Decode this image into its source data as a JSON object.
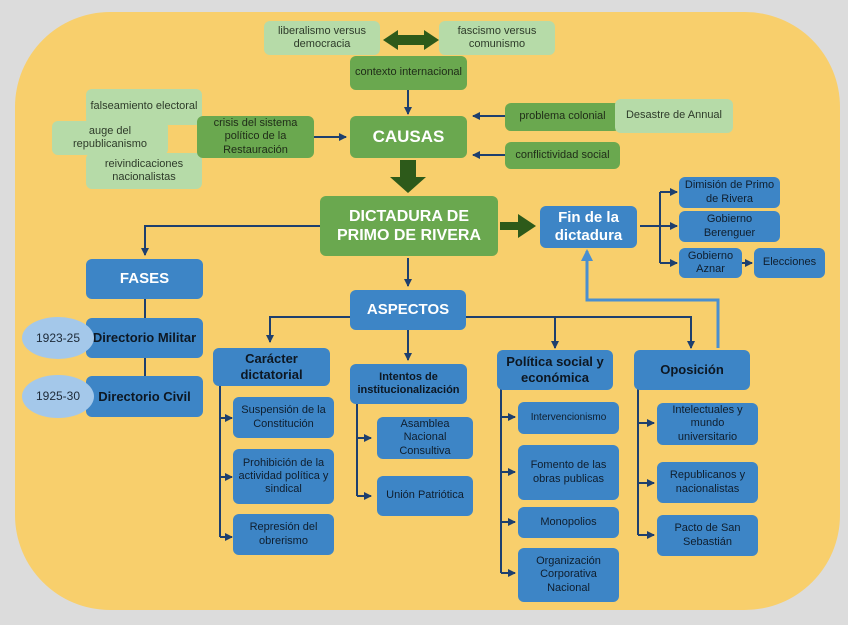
{
  "title": "DICTADURA DE PRIMO DE RIVERA",
  "colors": {
    "background": "#f8cf6c",
    "outer": "#dcdcdc",
    "light_green": "#b6dba8",
    "green": "#6aa84f",
    "dark_green_arrow": "#2d5a1a",
    "blue": "#3d85c6",
    "light_blue": "#a4c8ea",
    "line": "#1e3f6e"
  },
  "contexto": {
    "left": "liberalismo versus democracia",
    "right": "fascismo versus comunismo",
    "center": "contexto internacional"
  },
  "crisis": {
    "items": [
      "falseamiento electoral",
      "auge del republicanismo",
      "reivindicaciones nacionalistas"
    ],
    "main": "crisis del sistema político de la Restauración"
  },
  "causas": {
    "label": "CAUSAS",
    "problema_colonial": "problema colonial",
    "desastre": "Desastre de Annual",
    "conflictividad": "conflictividad social"
  },
  "central": "DICTADURA DE PRIMO DE RIVERA",
  "fin": {
    "label": "Fin de la dictadura",
    "items": [
      "Dimisión de Primo de Rivera",
      "Gobierno Berenguer",
      "Gobierno Aznar"
    ],
    "elecciones": "Elecciones"
  },
  "fases": {
    "label": "FASES",
    "items": [
      {
        "label": "Directorio Militar",
        "years": "1923-25"
      },
      {
        "label": "Directorio Civil",
        "years": "1925-30"
      }
    ]
  },
  "aspectos": {
    "label": "ASPECTOS",
    "groups": [
      {
        "label": "Carácter dictatorial",
        "items": [
          "Suspensión de la Constitución",
          "Prohibición de la actividad política y sindical",
          "Represión del obrerismo"
        ]
      },
      {
        "label": "Intentos de institucionalización",
        "items": [
          "Asamblea Nacional Consultiva",
          "Unión Patriótica"
        ]
      },
      {
        "label": "Política social y económica",
        "items": [
          "Intervencionismo",
          "Fomento de las obras publicas",
          "Monopolios",
          "Organización Corporativa Nacional"
        ]
      },
      {
        "label": "Oposición",
        "items": [
          "Intelectuales y mundo universitario",
          "Republicanos y nacionalistas",
          "Pacto de San Sebastián"
        ]
      }
    ]
  }
}
